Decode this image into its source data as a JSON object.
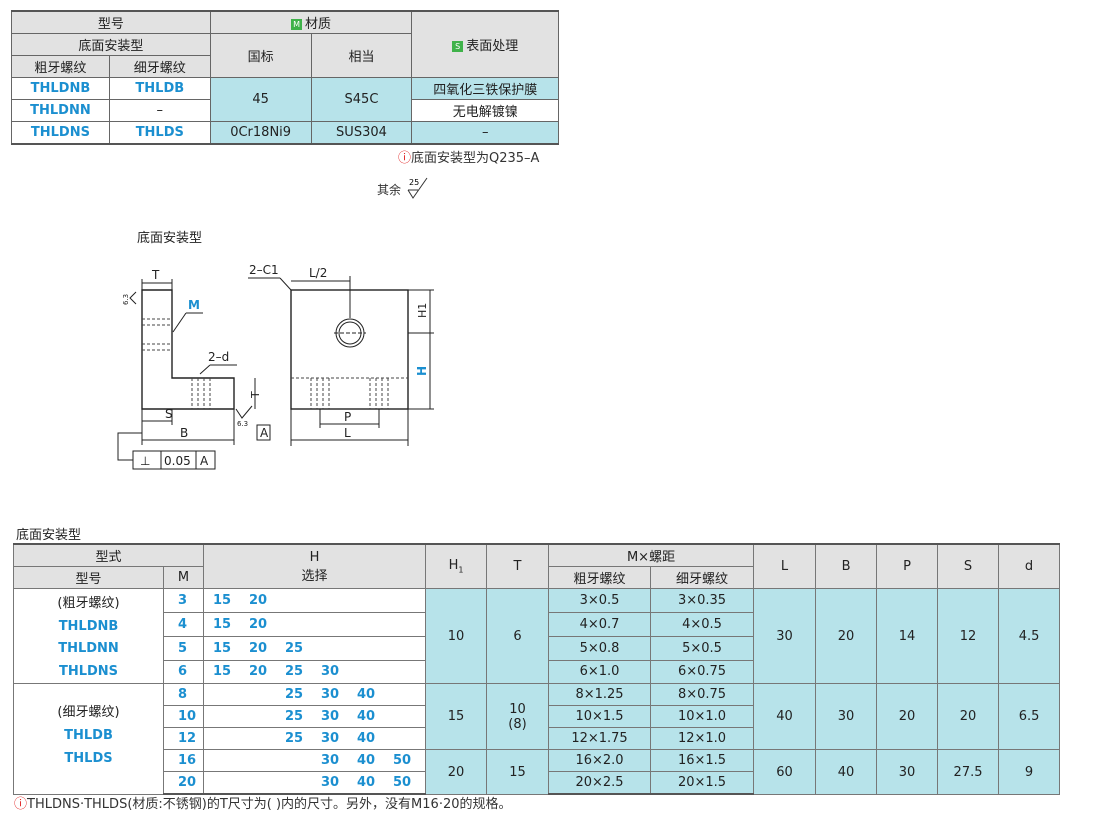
{
  "top_table": {
    "h_model": "型号",
    "h_mount": "底面安装型",
    "h_coarse": "粗牙螺纹",
    "h_fine": "细牙螺纹",
    "material_badge": "M",
    "h_material": "材质",
    "h_gb": "国标",
    "h_equiv": "相当",
    "surface_badge": "S",
    "h_surface": "表面处理",
    "rows": [
      {
        "coarse": "THLDNB",
        "fine": "THLDB",
        "gb": "45",
        "equiv": "S45C",
        "surface": "四氧化三铁保护膜"
      },
      {
        "coarse": "THLDNN",
        "fine": "–",
        "surface": "无电解镀镍"
      },
      {
        "coarse": "THLDNS",
        "fine": "THLDS",
        "gb": "0Cr18Ni9",
        "equiv": "SUS304",
        "surface": "–"
      }
    ],
    "note": "底面安装型为Q235–A"
  },
  "finish": {
    "label": "其余",
    "value": "25"
  },
  "drawing": {
    "title": "底面安装型",
    "left_view": {
      "T": "T",
      "M": "M",
      "d": "2–d",
      "S": "S",
      "B": "B",
      "rough": "6.3",
      "tol_sym": "⊥",
      "tol_val": "0.05",
      "datum": "A",
      "T2": "T"
    },
    "right_view": {
      "chamfer": "2–C1",
      "half": "L/2",
      "H1": "H1",
      "H": "H",
      "P": "P",
      "L": "L"
    }
  },
  "spec_table": {
    "caption": "底面安装型",
    "h_type": "型式",
    "h_model": "型号",
    "h_m": "M",
    "h_h": "H",
    "h_select": "选择",
    "h_h1": "H1",
    "h_t": "T",
    "h_mpitch": "M×螺距",
    "h_coarse": "粗牙螺纹",
    "h_fine": "细牙螺纹",
    "h_l": "L",
    "h_b": "B",
    "h_p": "P",
    "h_s": "S",
    "h_d": "d",
    "models_coarse": [
      "(粗牙螺纹)",
      "THLDNB",
      "THLDNN",
      "THLDNS"
    ],
    "models_fine": [
      "(细牙螺纹)",
      "THLDB",
      "THLDS"
    ],
    "rows": [
      {
        "m": "3",
        "h": [
          "15",
          "20",
          "",
          "",
          "",
          ""
        ],
        "coarse": "3×0.5",
        "fine": "3×0.35"
      },
      {
        "m": "4",
        "h": [
          "15",
          "20",
          "",
          "",
          "",
          ""
        ],
        "coarse": "4×0.7",
        "fine": "4×0.5"
      },
      {
        "m": "5",
        "h": [
          "15",
          "20",
          "25",
          "",
          "",
          ""
        ],
        "coarse": "5×0.8",
        "fine": "5×0.5"
      },
      {
        "m": "6",
        "h": [
          "15",
          "20",
          "25",
          "30",
          "",
          ""
        ],
        "coarse": "6×1.0",
        "fine": "6×0.75"
      },
      {
        "m": "8",
        "h": [
          "",
          "",
          "25",
          "30",
          "40",
          ""
        ],
        "coarse": "8×1.25",
        "fine": "8×0.75"
      },
      {
        "m": "10",
        "h": [
          "",
          "",
          "25",
          "30",
          "40",
          ""
        ],
        "coarse": "10×1.5",
        "fine": "10×1.0"
      },
      {
        "m": "12",
        "h": [
          "",
          "",
          "25",
          "30",
          "40",
          ""
        ],
        "coarse": "12×1.75",
        "fine": "12×1.0"
      },
      {
        "m": "16",
        "h": [
          "",
          "",
          "",
          "30",
          "40",
          "50"
        ],
        "coarse": "16×2.0",
        "fine": "16×1.5"
      },
      {
        "m": "20",
        "h": [
          "",
          "",
          "",
          "30",
          "40",
          "50"
        ],
        "coarse": "20×2.5",
        "fine": "20×1.5"
      }
    ],
    "groups": [
      {
        "h1": "10",
        "t": "6",
        "l": "30",
        "b": "20",
        "p": "14",
        "s": "12",
        "d": "4.5"
      },
      {
        "h1": "15",
        "t": "10",
        "t2": "(8)",
        "l": "40",
        "b": "30",
        "p": "20",
        "s": "20",
        "d": "6.5"
      },
      {
        "h1": "20",
        "t": "15",
        "l": "60",
        "b": "40",
        "p": "30",
        "s": "27.5",
        "d": "9"
      }
    ]
  },
  "footnote": "THLDNS·THLDS(材质:不锈钢)的T尺寸为( )内的尺寸。另外，没有M16·20的规格。",
  "colors": {
    "accent": "#1b8fd0",
    "cyan": "#b7e3ea",
    "header": "#e2e2e2",
    "warn": "#e02020"
  }
}
